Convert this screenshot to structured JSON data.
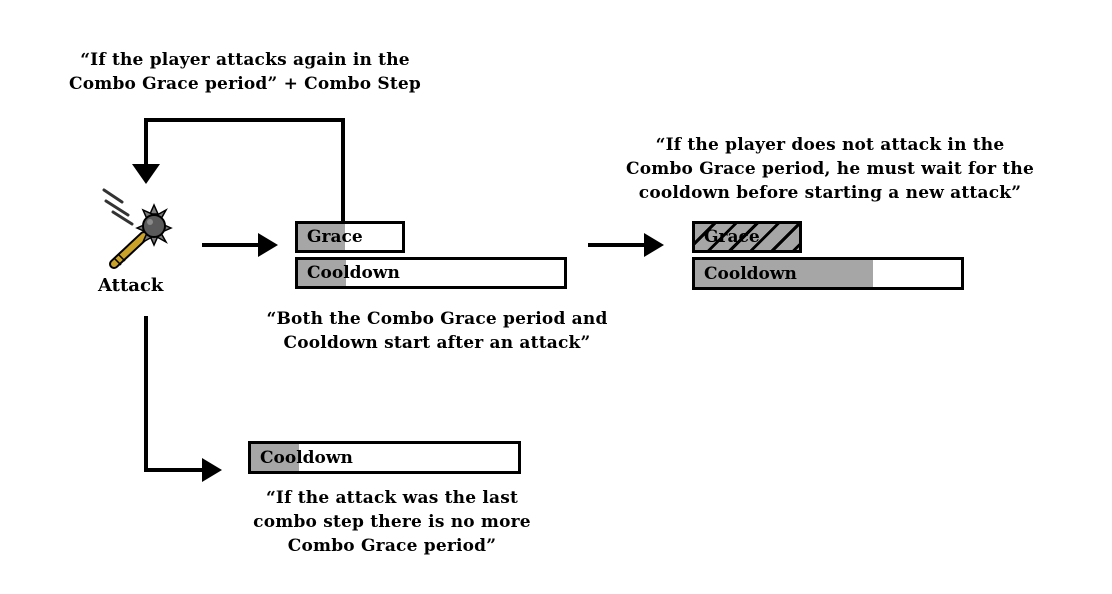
{
  "captions": {
    "loop": [
      "“If the player attacks again in the",
      "Combo Grace period” + Combo Step"
    ],
    "both": [
      "“Both the Combo Grace period and",
      "Cooldown start after an attack”"
    ],
    "no_attack": [
      "“If the player does not attack in the",
      "Combo Grace period, he must wait for the",
      "cooldown before starting a new attack”"
    ],
    "last_step": [
      "“If the attack was the last",
      "combo step there is no more",
      "Combo Grace period”"
    ]
  },
  "attack": {
    "label": "Attack",
    "icon": "mace-icon"
  },
  "bars": {
    "state1": {
      "grace_label": "Grace",
      "grace_fill": 0.45,
      "cooldown_label": "Cooldown",
      "cooldown_fill": 0.18
    },
    "state2": {
      "grace_label": "Grace",
      "grace_expired": true,
      "cooldown_label": "Cooldown",
      "cooldown_fill": 0.67
    },
    "state3": {
      "cooldown_label": "Cooldown",
      "cooldown_fill": 0.18
    }
  },
  "colors": {
    "fill": "#a6a6a6",
    "stroke": "#000000",
    "mace_head": "#5a5a5a",
    "handle": "#c9a227"
  }
}
